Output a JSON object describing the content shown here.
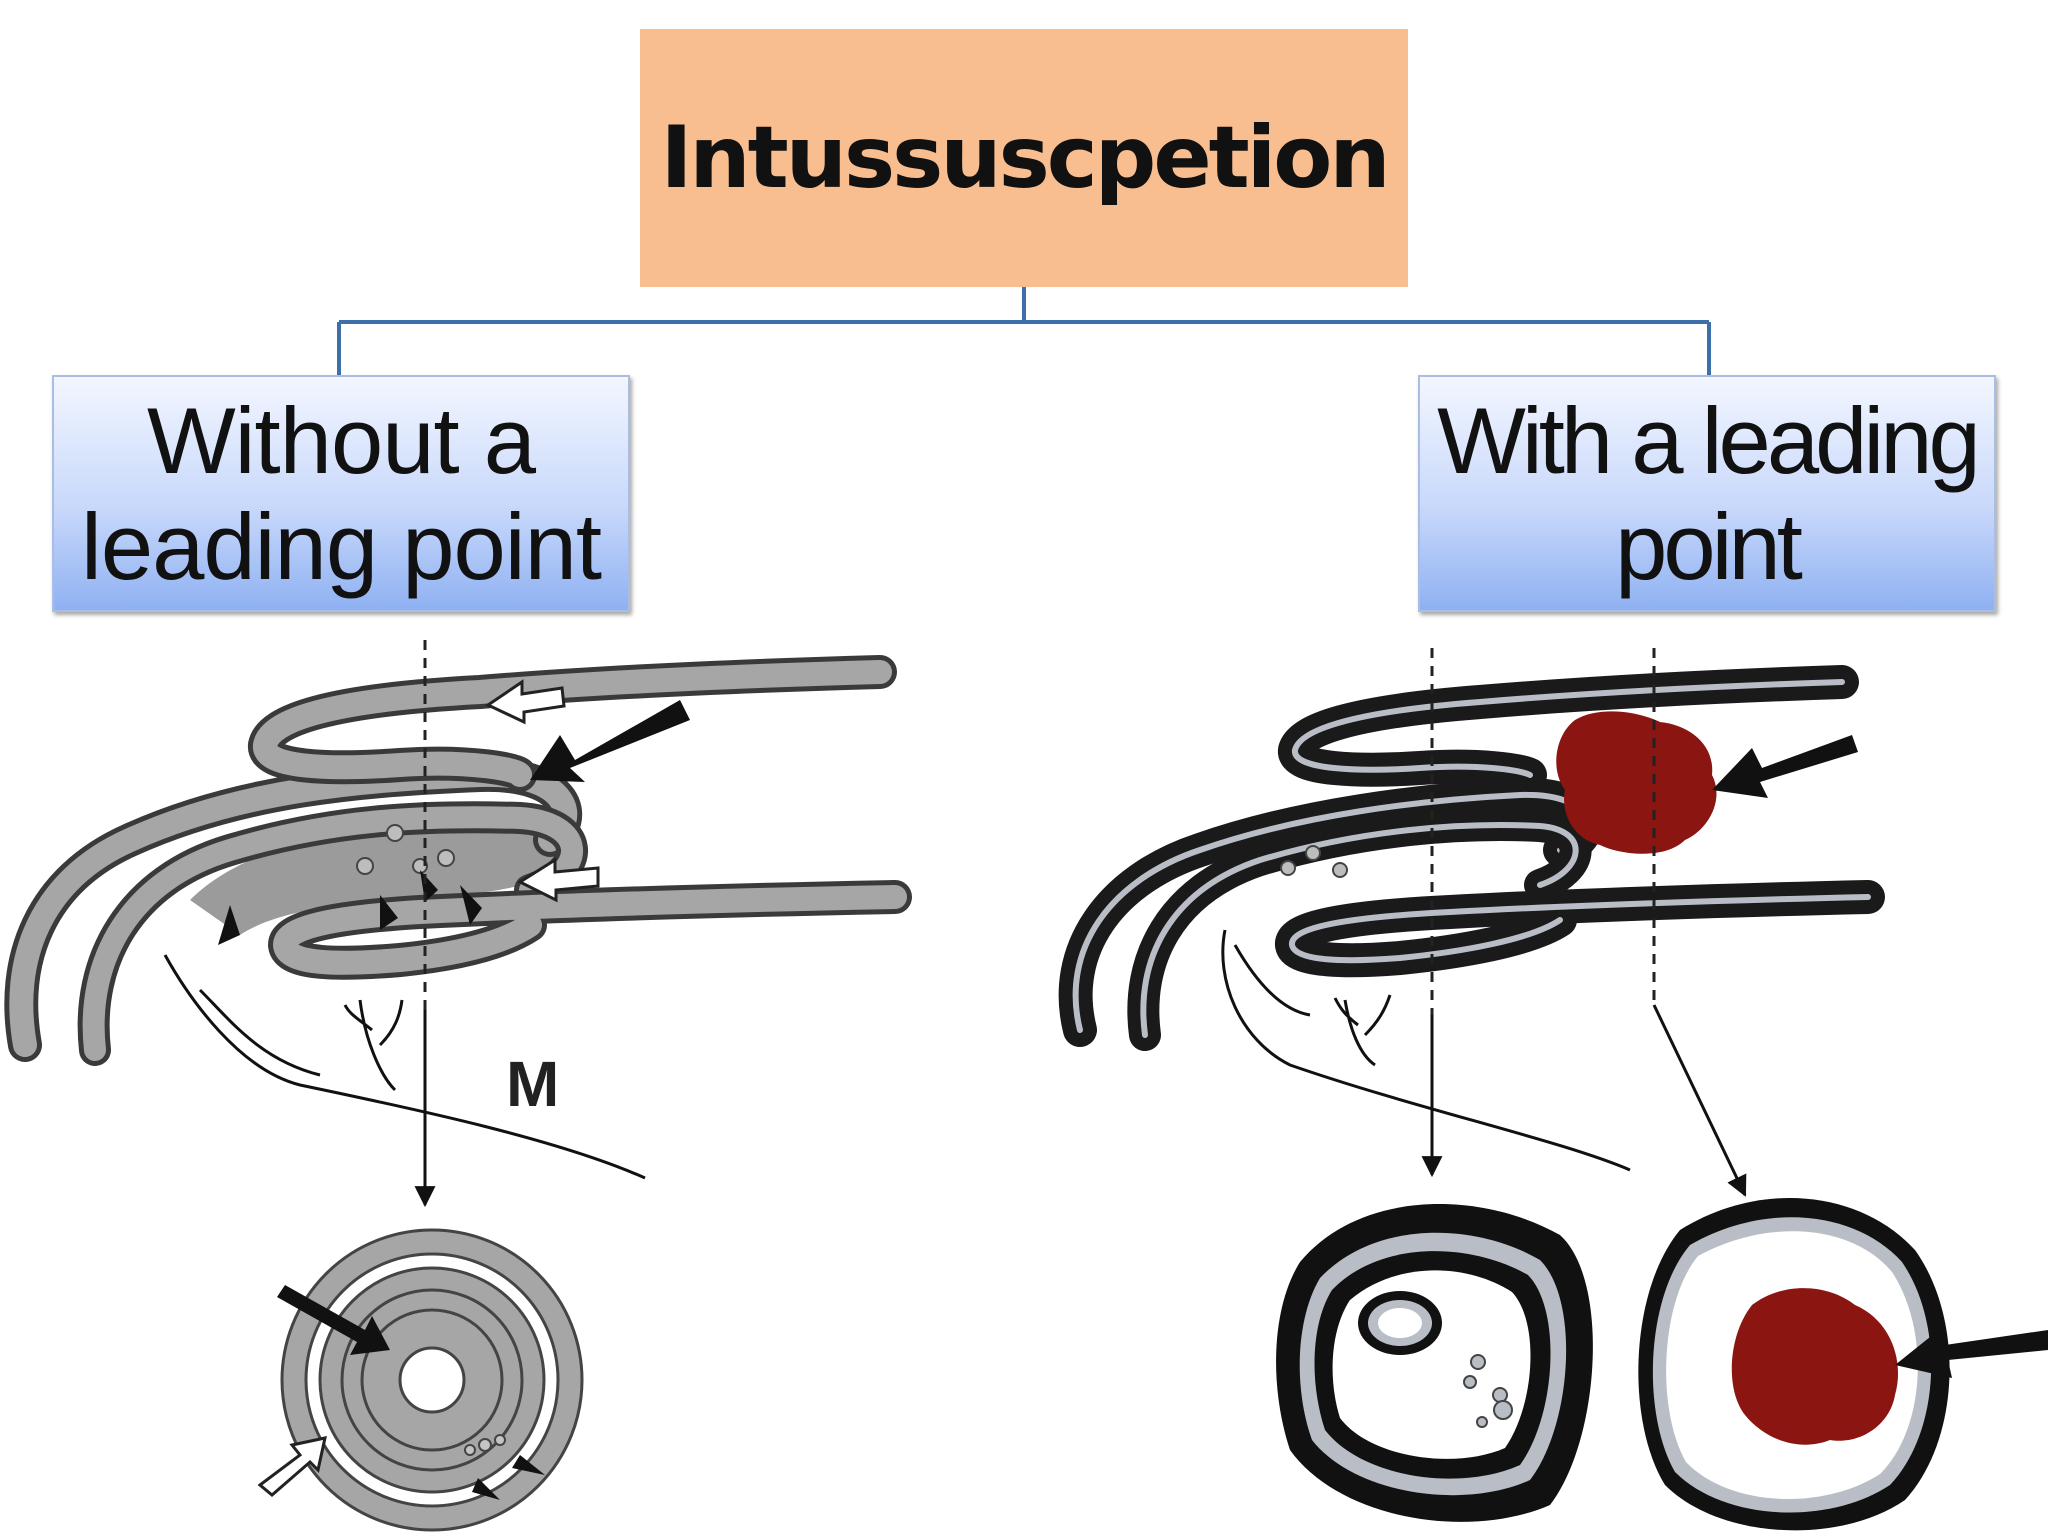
{
  "title": "Intussuscpetion",
  "categories": {
    "left": {
      "line1": "Without a",
      "line2": "leading point"
    },
    "right": {
      "line1": "With a leading",
      "line2": "point"
    }
  },
  "illustration": {
    "mesentery_label": "M"
  },
  "colors": {
    "title_box": "#f9be90",
    "connector": "#3d6fa8",
    "box_gradient_top": "#f3f6ff",
    "box_gradient_bottom": "#8fb1f2",
    "bowel_gray": "#a6a6a6",
    "mass_red": "#8b1510"
  }
}
